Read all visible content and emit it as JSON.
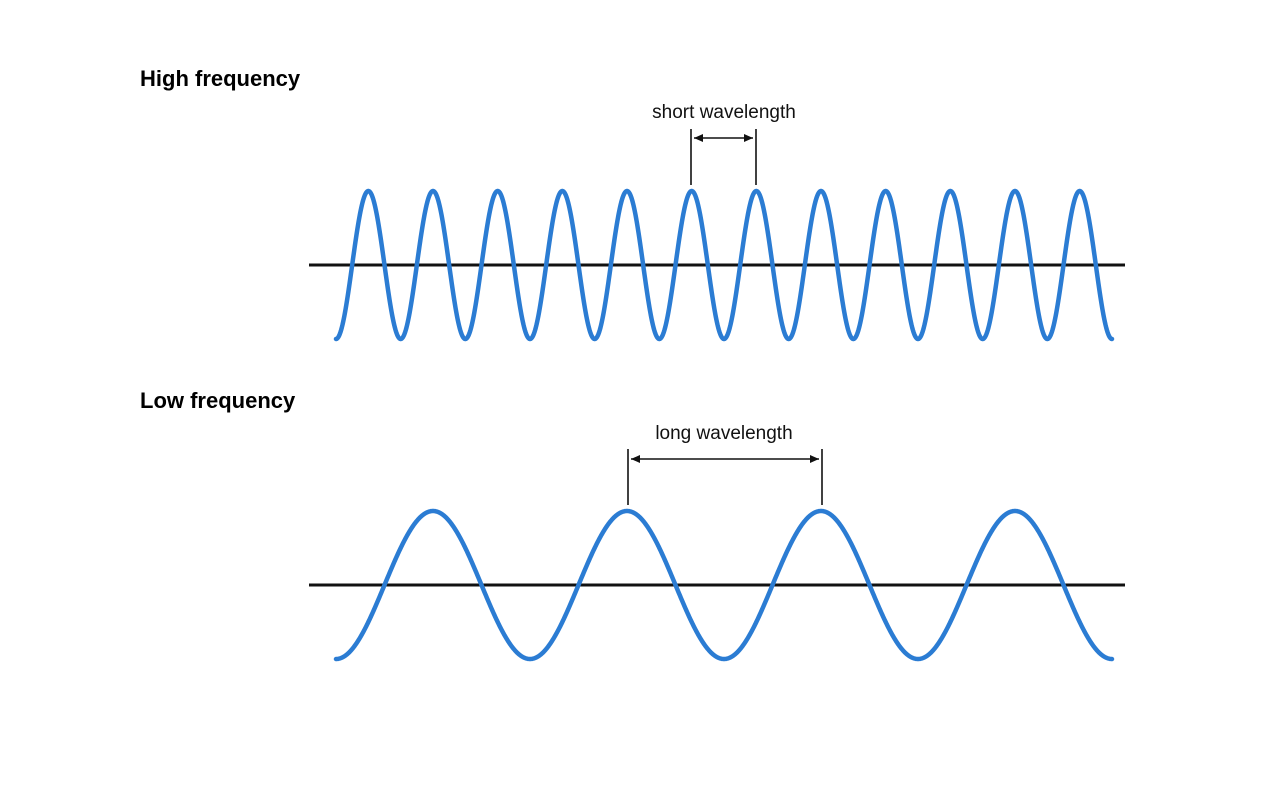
{
  "colors": {
    "wave": "#2b7cd3",
    "axis": "#111111",
    "annotation": "#111111",
    "background": "#ffffff"
  },
  "panels": [
    {
      "title": "High frequency",
      "wavelength_label": "short wavelength",
      "cycles": 12
    },
    {
      "title": "Low frequency",
      "wavelength_label": "long wavelength",
      "cycles": 4
    }
  ]
}
